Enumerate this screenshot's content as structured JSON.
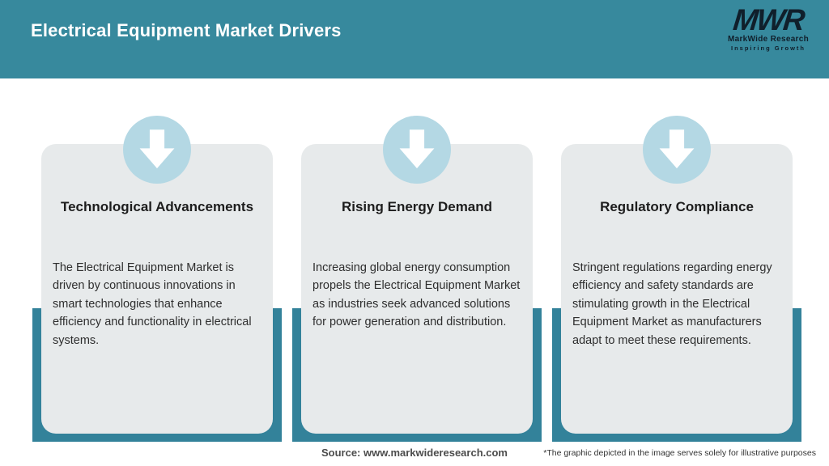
{
  "header": {
    "title": "Electrical Equipment Market Drivers"
  },
  "logo": {
    "mark": "MWR",
    "name": "MarkWide Research",
    "tagline": "Inspiring Growth"
  },
  "cards": [
    {
      "icon": "arrow-down-icon",
      "title": "Technological Advancements",
      "body": "The Electrical Equipment Market is driven by continuous innovations in smart technologies that enhance efficiency and functionality in electrical systems."
    },
    {
      "icon": "arrow-down-icon",
      "title": "Rising Energy Demand",
      "body": "Increasing global energy consumption propels the Electrical Equipment Market as industries seek advanced solutions for power generation and distribution."
    },
    {
      "icon": "arrow-down-icon",
      "title": "Regulatory Compliance",
      "body": "Stringent regulations regarding energy efficiency and safety standards are stimulating growth in the Electrical Equipment Market as manufacturers adapt to meet these requirements."
    }
  ],
  "footer": {
    "source": "Source: www.markwideresearch.com",
    "disclaimer": "*The graphic depicted in the image serves solely for illustrative purposes"
  },
  "colors": {
    "header_teal": "#37899d",
    "accent_band_teal": "#33829a",
    "icon_circle_blue": "#b4d8e4",
    "card_background": "#e7eaeb",
    "title_text": "#1d1d1d",
    "body_text": "#2e2e2e",
    "source_text": "#4c4c4c",
    "logo_ink": "#101f2b"
  }
}
